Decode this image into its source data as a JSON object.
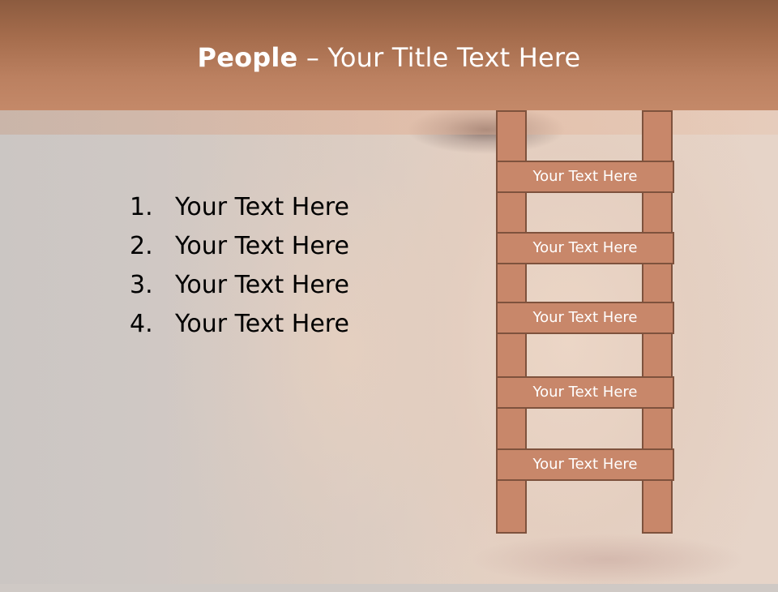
{
  "title": {
    "bold": "People",
    "rest": " – Your Title Text Here"
  },
  "list": [
    {
      "num": "1.",
      "text": "Your Text Here"
    },
    {
      "num": "2.",
      "text": "Your Text Here"
    },
    {
      "num": "3.",
      "text": "Your Text Here"
    },
    {
      "num": "4.",
      "text": "Your Text Here"
    }
  ],
  "ladder": {
    "rungs": [
      "Your Text Here",
      "Your Text Here",
      "Your Text Here",
      "Your Text Here",
      "Your Text Here"
    ],
    "color": "#c8876a",
    "border_color": "#7e523d"
  },
  "header_color": "#b27454"
}
